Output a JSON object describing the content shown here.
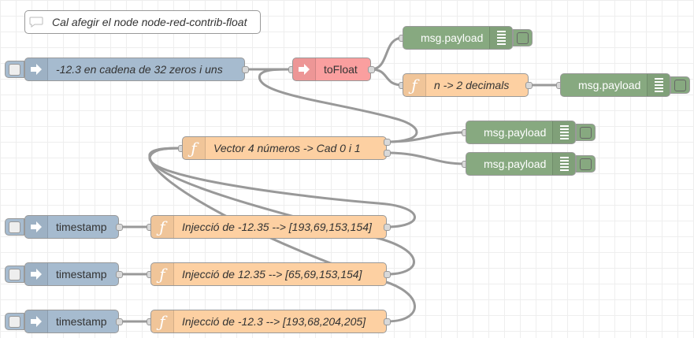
{
  "comment": {
    "text": "Cal afegir el node node-red-contrib-float",
    "icon": "comment-icon"
  },
  "nodes": {
    "inject_main": {
      "label": "-12.3 en cadena de 32 zeros i uns",
      "icon": "arrow-right-icon"
    },
    "tofloat": {
      "label": "toFloat",
      "icon": "arrow-right-icon"
    },
    "func_decimals": {
      "label": "n -> 2 decimals",
      "icon": "function-icon"
    },
    "func_vector": {
      "label": "Vector 4 números -> Cad 0 i 1",
      "icon": "function-icon"
    },
    "debug1": {
      "label": "msg.payload",
      "icon": "list-icon"
    },
    "debug2": {
      "label": "msg.payload",
      "icon": "list-icon"
    },
    "debug3": {
      "label": "msg.payload",
      "icon": "list-icon"
    },
    "debug4": {
      "label": "msg.payload",
      "icon": "list-icon"
    },
    "ts1": {
      "label": "timestamp",
      "icon": "arrow-right-icon"
    },
    "ts2": {
      "label": "timestamp",
      "icon": "arrow-right-icon"
    },
    "ts3": {
      "label": "timestamp",
      "icon": "arrow-right-icon"
    },
    "inj1": {
      "label": "Injecció de -12.35 --> [193,69,153,154]",
      "icon": "function-icon"
    },
    "inj2": {
      "label": "Injecció de 12.35 --> [65,69,153,154]",
      "icon": "function-icon"
    },
    "inj3": {
      "label": "Injecció de -12.3 --> [193,68,204,205]",
      "icon": "function-icon"
    }
  },
  "colors": {
    "inject": "#a6bbcf",
    "function": "#fdd0a2",
    "debug": "#87a980",
    "converter": "#fa9f9f",
    "wire": "#999999"
  }
}
